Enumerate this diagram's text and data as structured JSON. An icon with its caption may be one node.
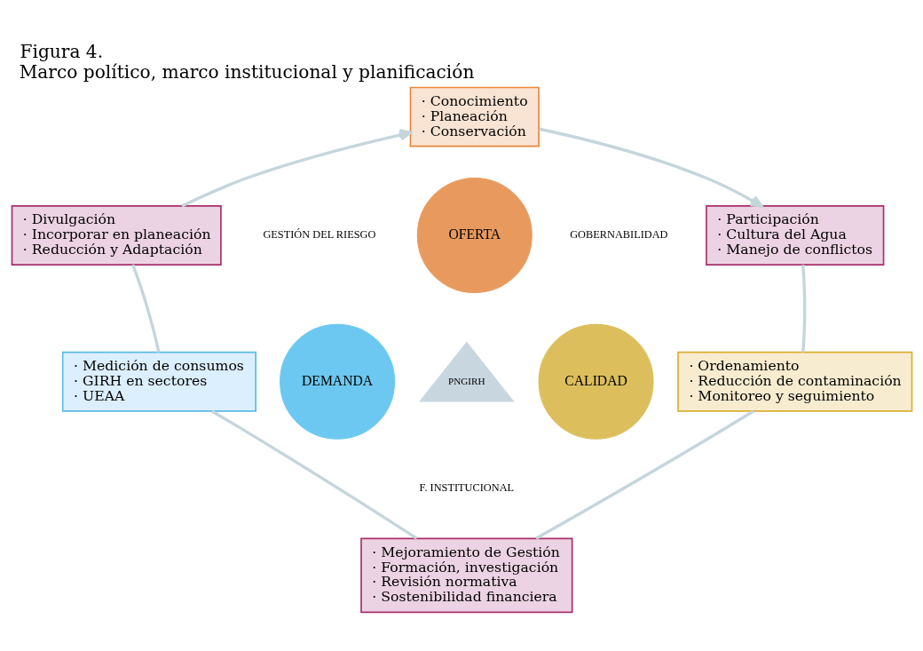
{
  "diagram": {
    "title": "Figura 4.",
    "caption": "Marco político, marco institucional y planificación",
    "nodes": [
      {
        "text": [
          "· Conocimiento",
          "· Planeación",
          "· Conservación"
        ]
      },
      {
        "text": [
          "· Divulgación",
          "· Incorporar en planeación",
          "· Reducción y Adaptación"
        ]
      },
      {
        "text": [
          "OFERTA"
        ]
      },
      {
        "text": [
          "· Participación",
          "· Cultura del Agua",
          "· Manejo de conflictos"
        ]
      },
      {
        "text": [
          "PNGIRH"
        ]
      },
      {
        "text": [
          "DEMANDA"
        ]
      },
      {
        "text": [
          "CALIDAD"
        ]
      },
      {
        "text": [
          "· Ordenamiento",
          "· Reducción de contaminación",
          "· Monitoreo y seguimiento"
        ]
      },
      {
        "text": [
          "· Medición de consumos",
          "· GIRH en sectores",
          "· UEAA"
        ]
      },
      {
        "text": [
          "· Mejoramiento de Gestión",
          "· Formación, investigación",
          "· Revisión normativa",
          "· Sostenibilidad financiera"
        ]
      }
    ],
    "edges": [
      {
        "from": 1,
        "to": 0,
        "arrow": "to"
      },
      {
        "from": 0,
        "to": 3,
        "arrow": "to"
      },
      {
        "from": 3,
        "to": 7,
        "arrow": "none"
      },
      {
        "from": 7,
        "to": 9,
        "arrow": "none"
      },
      {
        "from": 9,
        "to": 8,
        "arrow": "none"
      },
      {
        "from": 8,
        "to": 1,
        "arrow": "none"
      }
    ],
    "labels": [
      "GESTIÓN DEL RIESGO",
      "GOBERNABILIDAD",
      "F. INSTITUCIONAL"
    ]
  }
}
